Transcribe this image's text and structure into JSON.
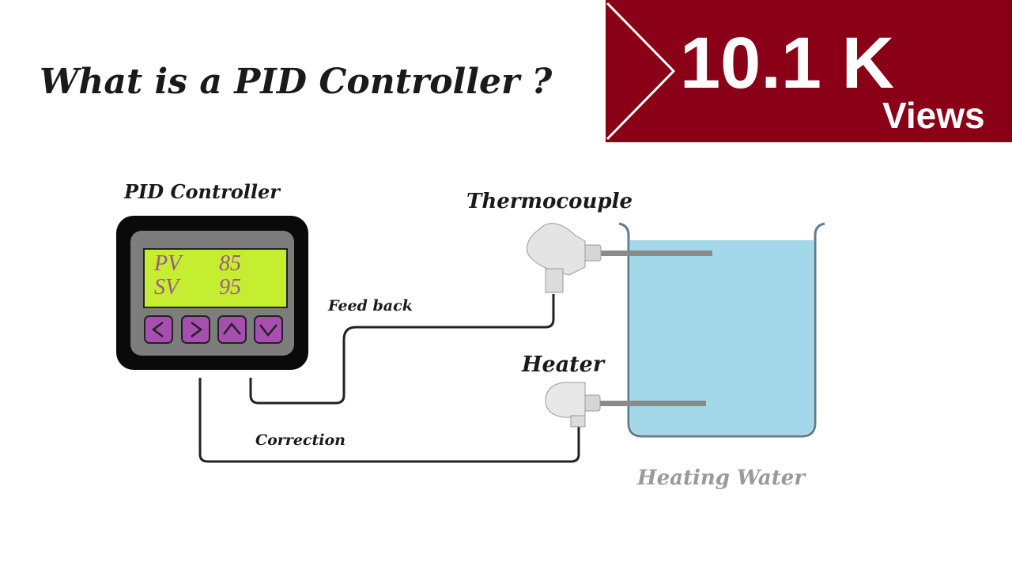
{
  "title": "What is a PID Controller ?",
  "banner": {
    "views_count": "10.1 K",
    "views_label": "Views",
    "color": "#8a0016"
  },
  "controller": {
    "label": "PID Controller",
    "display": {
      "pv_label": "PV",
      "pv_value": "85",
      "sv_label": "SV",
      "sv_value": "95",
      "color": "#c6ee30"
    },
    "buttons": [
      "left-arrow",
      "right-arrow",
      "up-arrow",
      "down-arrow"
    ]
  },
  "labels": {
    "thermocouple": "Thermocouple",
    "feedback": "Feed back",
    "heater": "Heater",
    "correction": "Correction",
    "tank": "Heating Water"
  }
}
